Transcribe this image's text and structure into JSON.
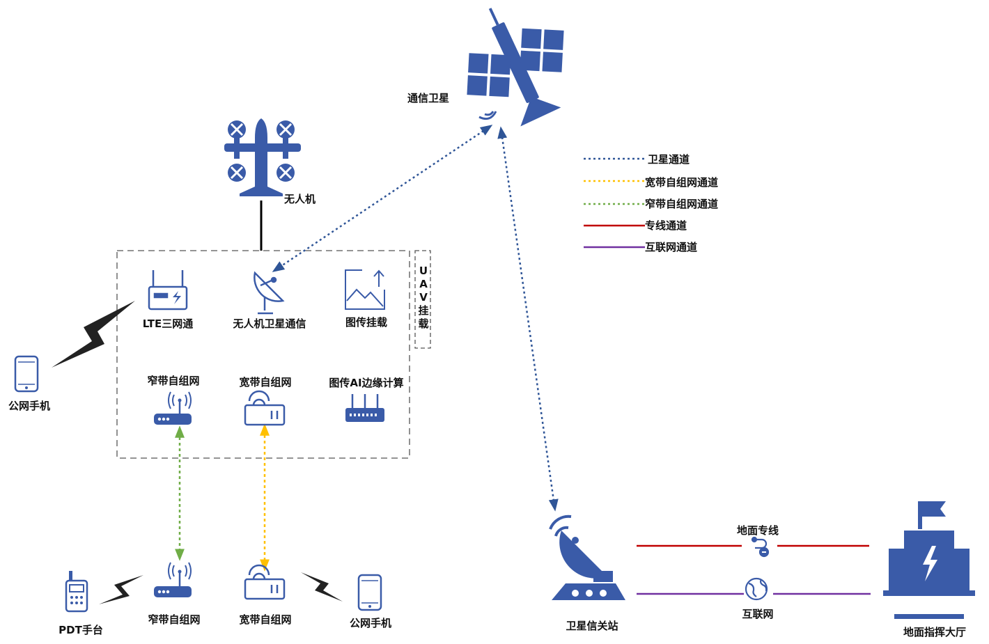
{
  "nodes": {
    "satellite": "通信卫星",
    "uav": "无人机",
    "lte": "LTE三网通",
    "uav_sat_comm": "无人机卫星通信",
    "image_payload": "图传挂载",
    "narrowband_top": "窄带自组网",
    "broadband_top": "宽带自组网",
    "ai_edge": "图传AI边缘计算",
    "public_phone_left": "公网手机",
    "uav_payload": "UAV挂载",
    "pdt": "PDT手台",
    "narrowband_bottom": "窄带自组网",
    "broadband_bottom": "宽带自组网",
    "public_phone_bottom": "公网手机",
    "gateway": "卫星信关站",
    "ground_line": "地面专线",
    "internet": "互联网",
    "command_center": "地面指挥大厅"
  },
  "legend": [
    {
      "label": "卫星通道",
      "color": "#2F5597",
      "style": "dotted"
    },
    {
      "label": "宽带自组网通道",
      "color": "#FFC000",
      "style": "dotted"
    },
    {
      "label": "窄带自组网通道",
      "color": "#70AD47",
      "style": "dotted"
    },
    {
      "label": "专线通道",
      "color": "#C00000",
      "style": "solid"
    },
    {
      "label": "互联网通道",
      "color": "#7030A0",
      "style": "solid"
    }
  ],
  "colors": {
    "icon": "#3A5BA8",
    "satellite_channel": "#2F5597",
    "broadband_channel": "#FFC000",
    "narrowband_channel": "#70AD47",
    "line_channel": "#C00000",
    "internet_channel": "#7030A0"
  }
}
